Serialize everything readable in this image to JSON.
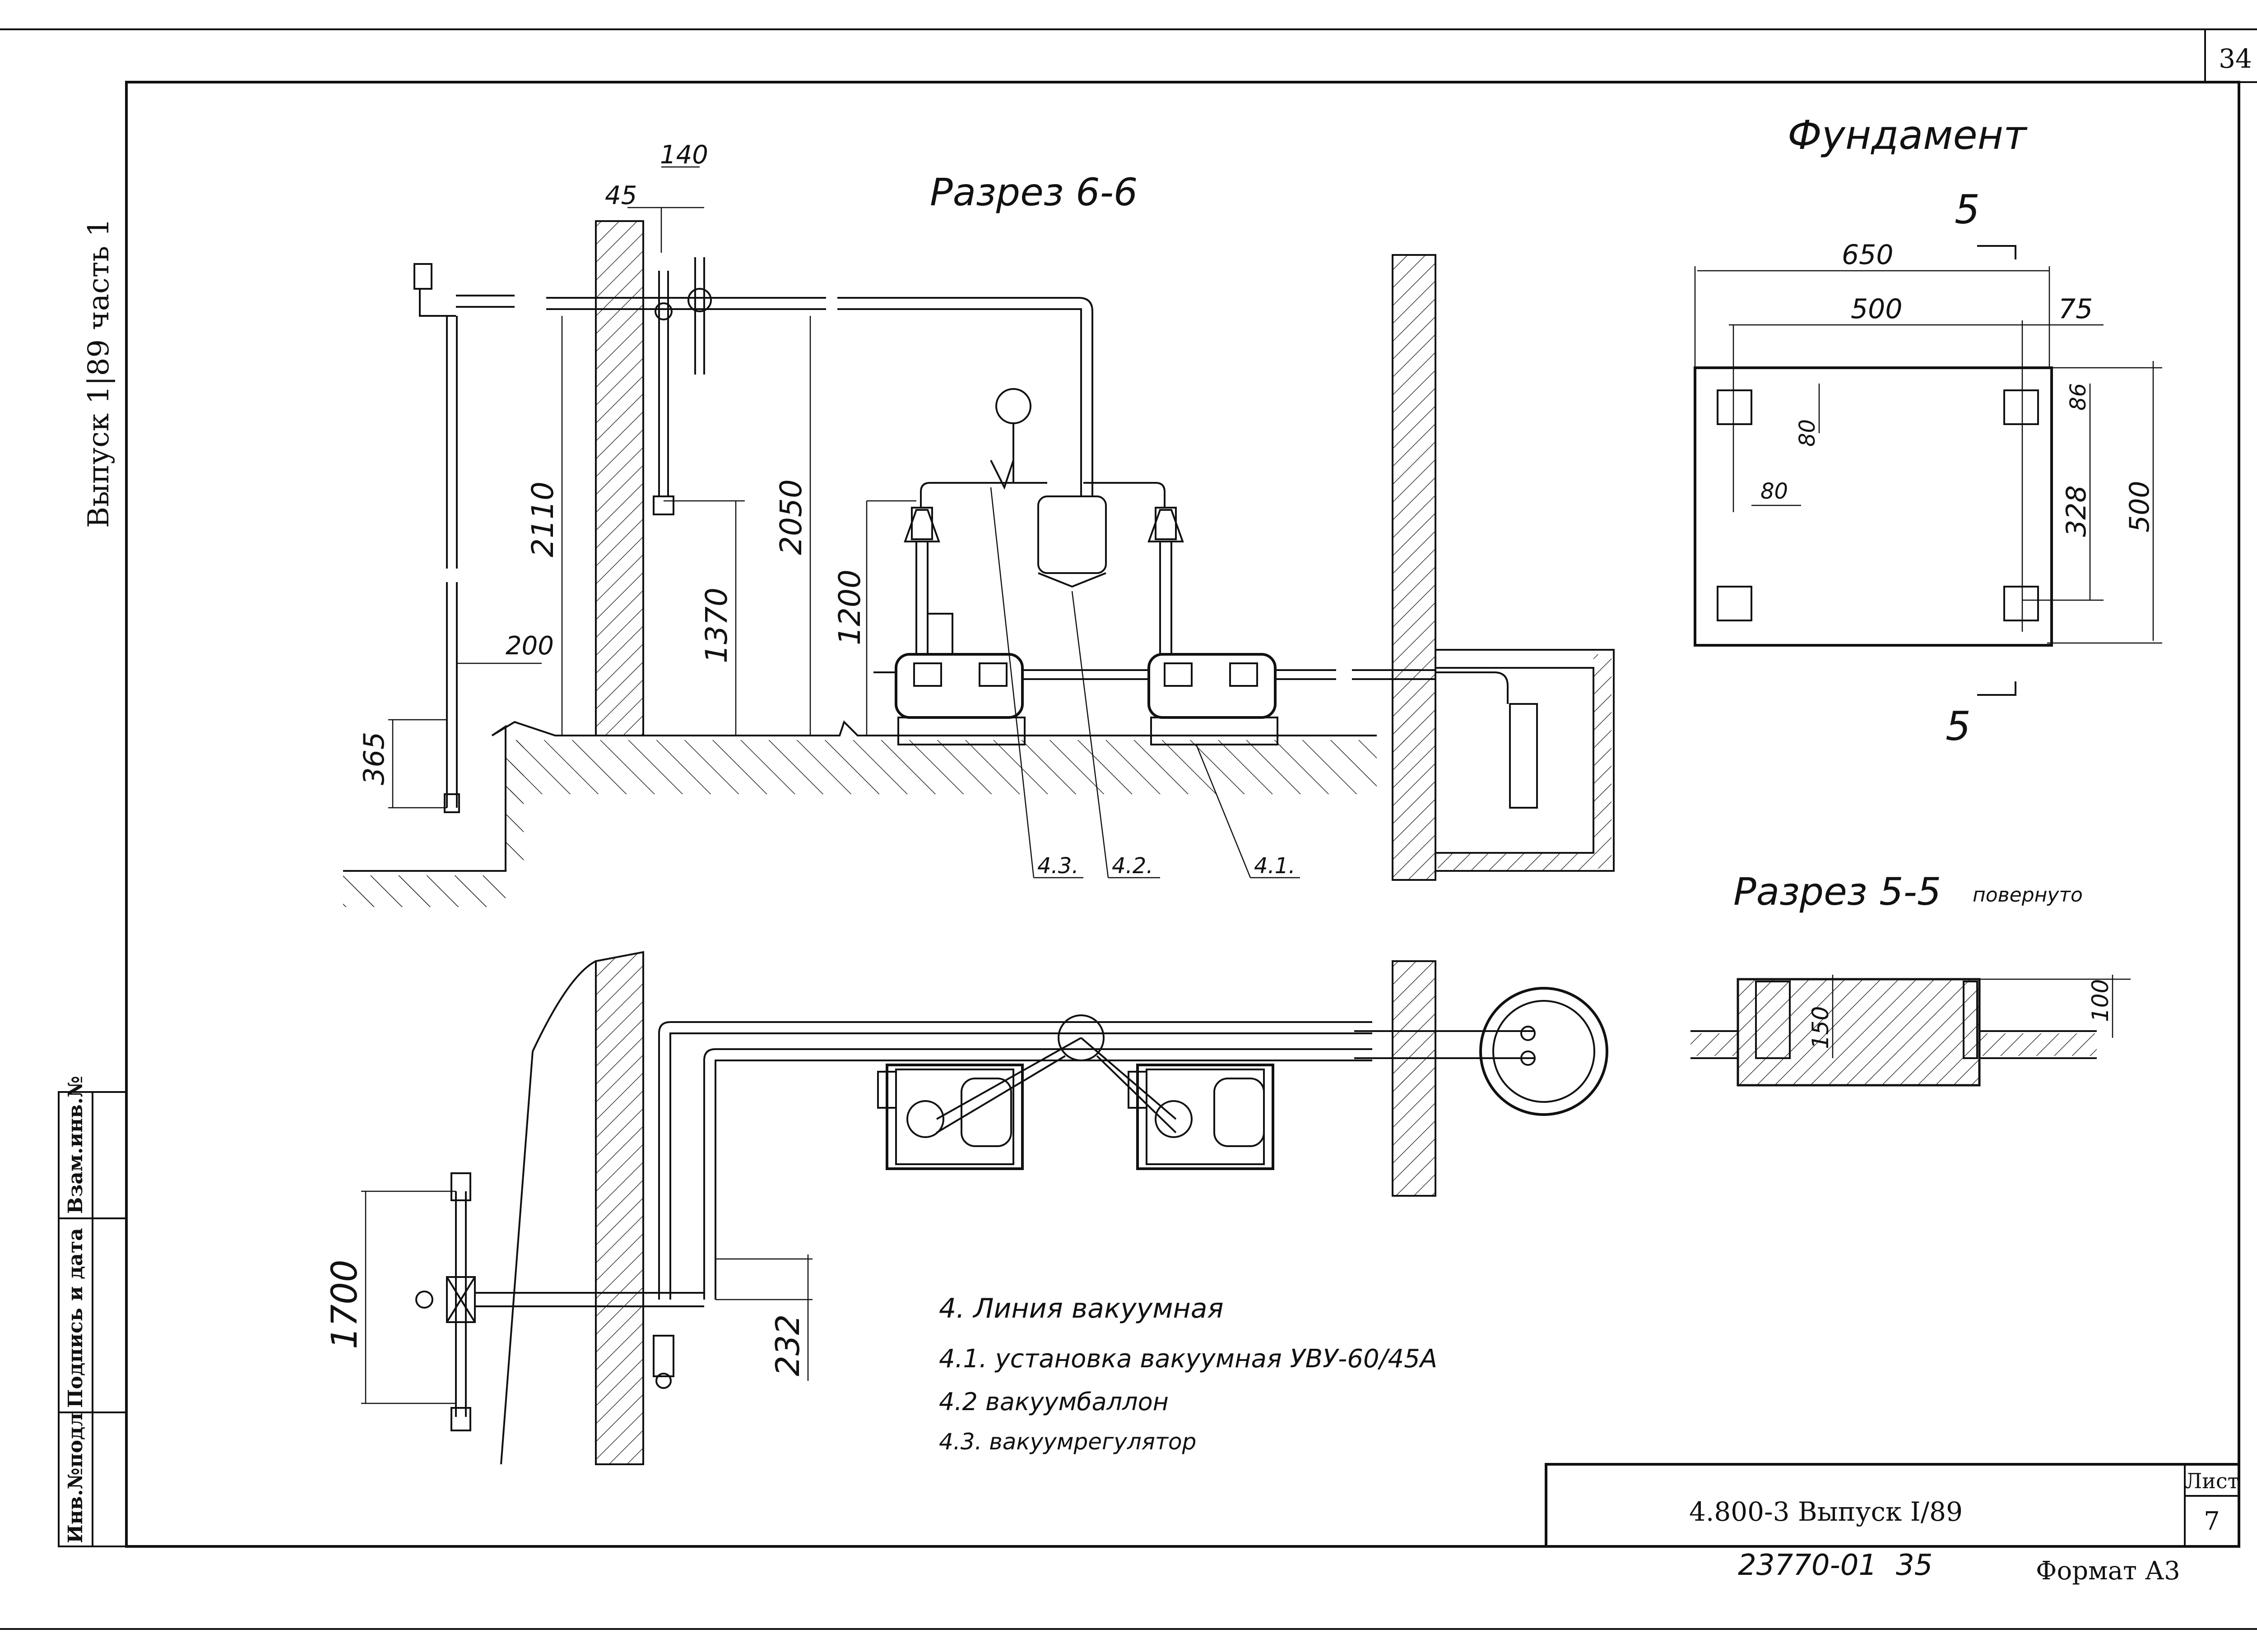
{
  "sheet": {
    "page_number": "34",
    "binding": "Выпуск 1|89 часть 1",
    "stamp_cells": [
      "Инв.№подл",
      "Подпись и дата",
      "Взам.инв.№"
    ],
    "designation": "4.800-3 Выпуск I/89",
    "sheet_label": "Лист",
    "sheet_number": "7",
    "archive_number": "23770-01",
    "archive_page": "35",
    "format": "Формат А3"
  },
  "section_66": {
    "title": "Разрез 6-6",
    "dims": [
      "140",
      "45",
      "2110",
      "2050",
      "1370",
      "1200",
      "200",
      "365"
    ],
    "callouts": [
      "4.3.",
      "4.2.",
      "4.1."
    ]
  },
  "foundation": {
    "title": "Фундамент",
    "cut_mark": "5",
    "dims": [
      "650",
      "500",
      "75",
      "86",
      "80",
      "80",
      "328",
      "500"
    ]
  },
  "section_55": {
    "title": "Разрез 5-5",
    "subtitle": "повернуто",
    "dims": [
      "150",
      "100"
    ]
  },
  "plan": {
    "dims": [
      "1700",
      "232"
    ]
  },
  "legend": {
    "items": [
      "4. Линия вакуумная",
      "4.1. установка вакуумная УВУ-60/45А",
      "4.2 вакуумбаллон",
      "4.3. вакуумрегулятор"
    ]
  }
}
